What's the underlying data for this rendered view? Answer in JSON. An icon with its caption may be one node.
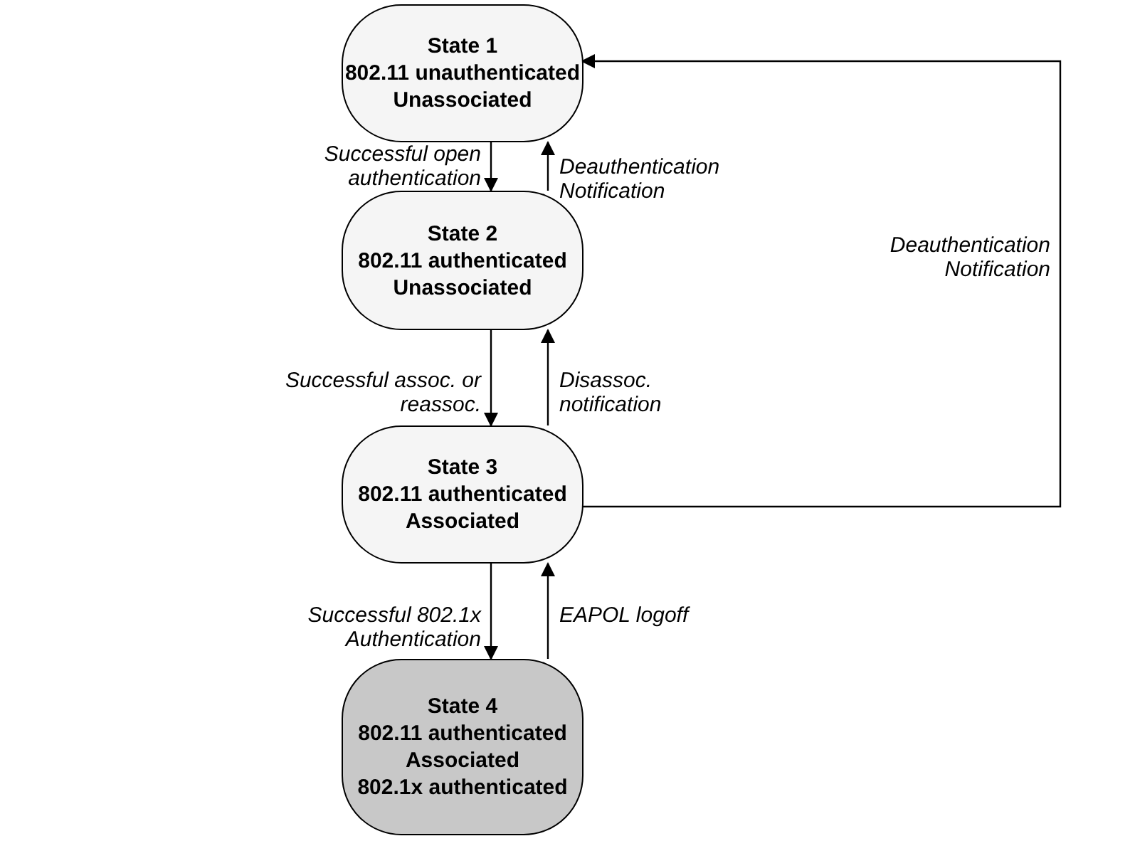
{
  "diagram": {
    "nodes": [
      {
        "text": [
          "State 1",
          "802.11 unauthenticated",
          "Unassociated"
        ]
      },
      {
        "text": [
          "State 2",
          "802.11 authenticated",
          "Unassociated"
        ]
      },
      {
        "text": [
          "State 3",
          "802.11 authenticated",
          "Associated"
        ]
      },
      {
        "text": [
          "State 4",
          "802.11 authenticated",
          "Associated",
          "802.1x authenticated"
        ]
      }
    ],
    "edges": [
      {
        "from": 0,
        "to": 1,
        "arrow": "to",
        "label": "Successful open authentication"
      },
      {
        "from": 1,
        "to": 0,
        "arrow": "to",
        "label": "Deauthentication Notification"
      },
      {
        "from": 1,
        "to": 2,
        "arrow": "to",
        "label": "Successful assoc. or reassoc."
      },
      {
        "from": 2,
        "to": 1,
        "arrow": "to",
        "label": "Disassoc. notification"
      },
      {
        "from": 2,
        "to": 0,
        "arrow": "to",
        "label": "Deauthentication Notification"
      },
      {
        "from": 2,
        "to": 3,
        "arrow": "to",
        "label": "Successful 802.1x Authentication"
      },
      {
        "from": 3,
        "to": 2,
        "arrow": "to",
        "label": "EAPOL logoff"
      }
    ]
  }
}
